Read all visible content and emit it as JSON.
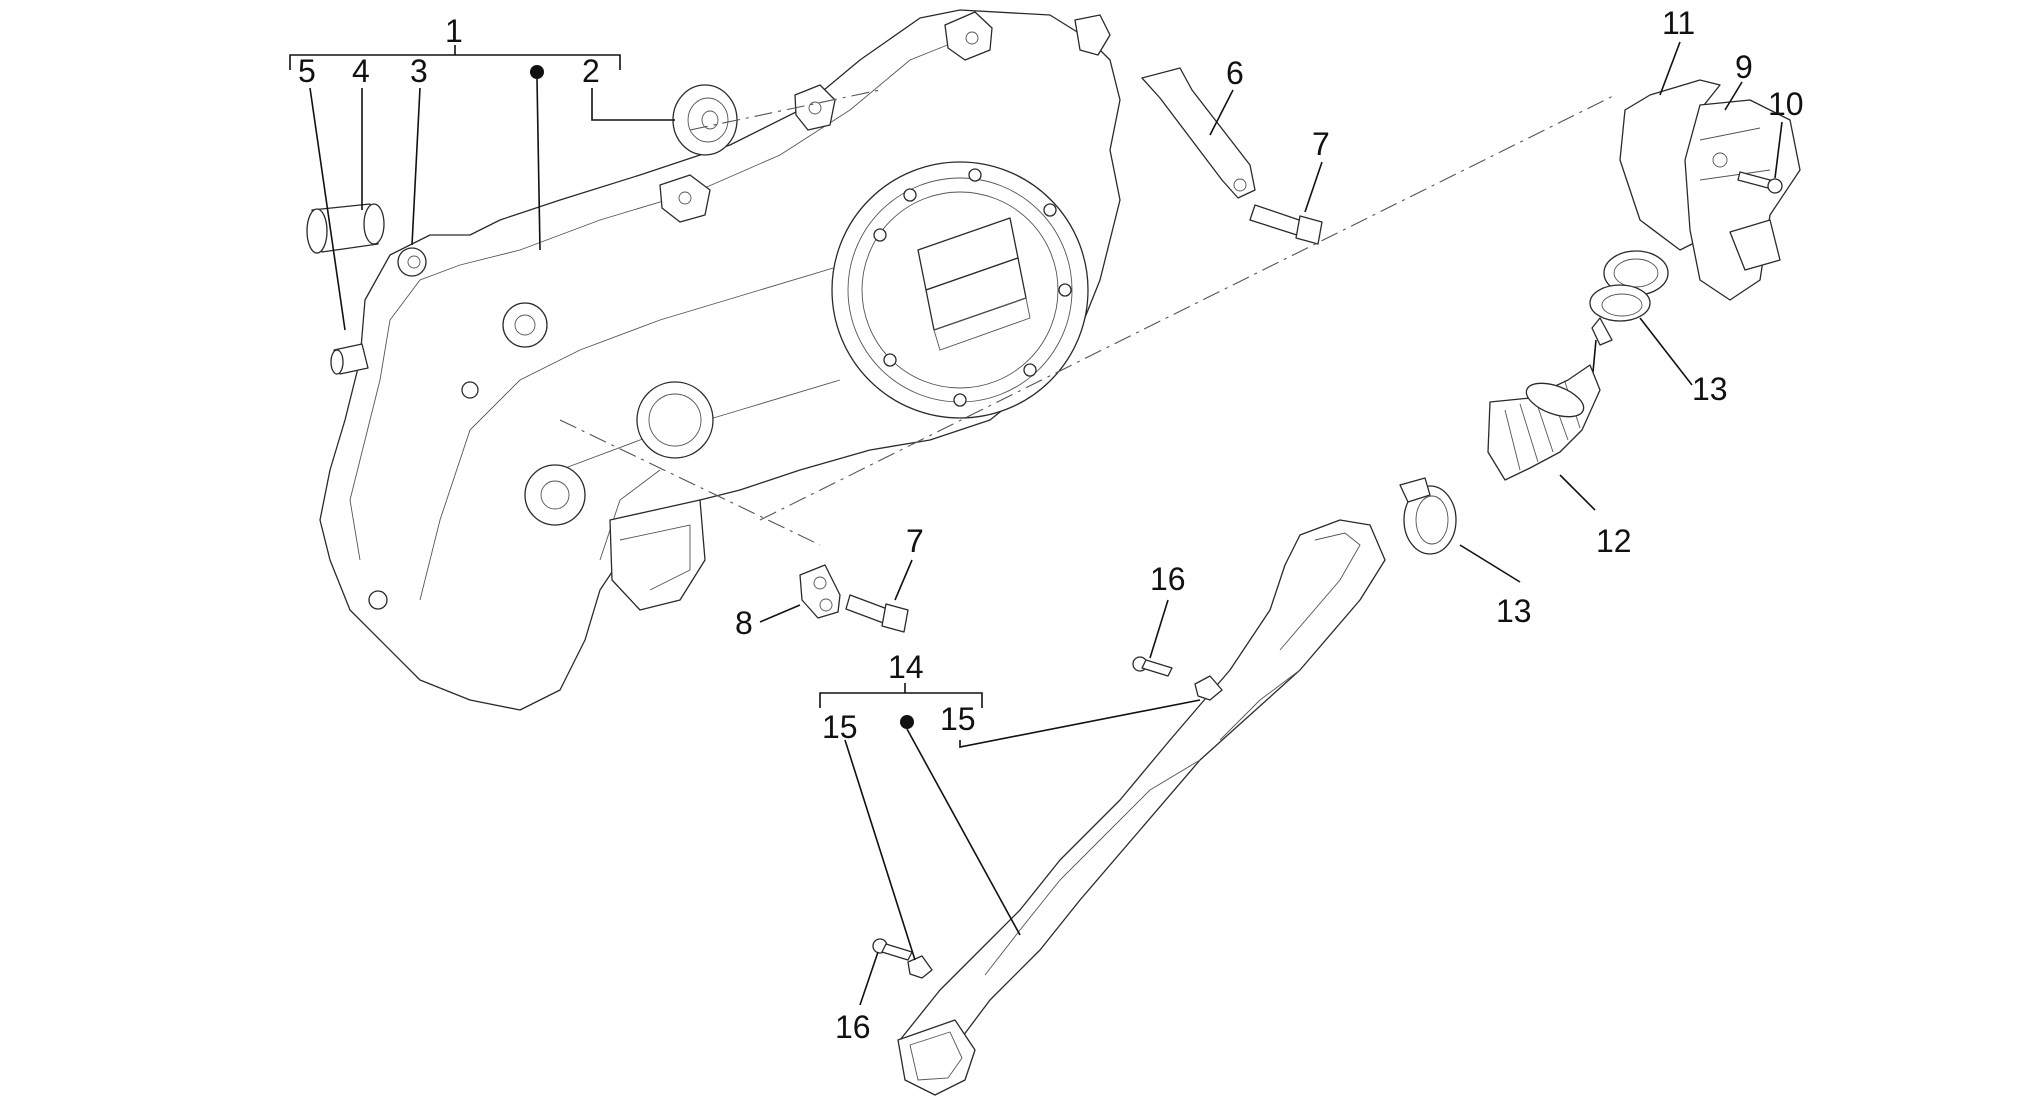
{
  "callouts": [
    {
      "id": "c1",
      "text": "1"
    },
    {
      "id": "c2",
      "text": "2"
    },
    {
      "id": "c3",
      "text": "3"
    },
    {
      "id": "c4",
      "text": "4"
    },
    {
      "id": "c5",
      "text": "5"
    },
    {
      "id": "c6",
      "text": "6"
    },
    {
      "id": "c7a",
      "text": "7"
    },
    {
      "id": "c7b",
      "text": "7"
    },
    {
      "id": "c8",
      "text": "8"
    },
    {
      "id": "c9",
      "text": "9"
    },
    {
      "id": "c10",
      "text": "10"
    },
    {
      "id": "c11",
      "text": "11"
    },
    {
      "id": "c12",
      "text": "12"
    },
    {
      "id": "c13a",
      "text": "13"
    },
    {
      "id": "c13b",
      "text": "13"
    },
    {
      "id": "c14",
      "text": "14"
    },
    {
      "id": "c15a",
      "text": "15"
    },
    {
      "id": "c15b",
      "text": "15"
    },
    {
      "id": "c16a",
      "text": "16"
    },
    {
      "id": "c16b",
      "text": "16"
    }
  ]
}
